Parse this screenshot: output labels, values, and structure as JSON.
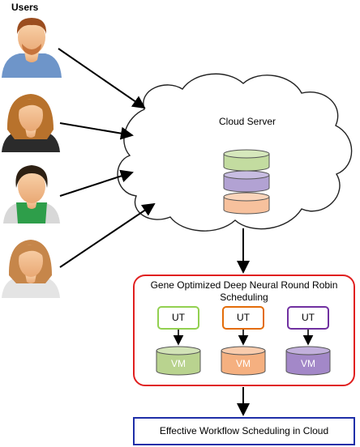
{
  "users_label": "Users",
  "cloud_label": "Cloud Server",
  "scheduler": {
    "title_line1": "Gene Optimized Deep Neural Round Robin",
    "title_line2": "Scheduling",
    "units": [
      {
        "ut_label": "UT",
        "vm_label": "VM",
        "border_color": "#92d050",
        "fill_color": "#b9d38f"
      },
      {
        "ut_label": "UT",
        "vm_label": "VM",
        "border_color": "#e36c09",
        "fill_color": "#f5b080"
      },
      {
        "ut_label": "UT",
        "vm_label": "VM",
        "border_color": "#7030a0",
        "fill_color": "#a388c8"
      }
    ]
  },
  "output_label": "Effective Workflow Scheduling in Cloud",
  "colors": {
    "scheduler_border": "#e02020",
    "output_border": "#1f2fa8",
    "db_green": "#c3dca0",
    "db_purple": "#b2a2d3",
    "db_orange": "#f7c19d",
    "arrow": "#000000"
  },
  "icons": [
    "user-male-icon",
    "user-female-icon",
    "user-green-shirt-icon",
    "user-female-light-icon"
  ]
}
